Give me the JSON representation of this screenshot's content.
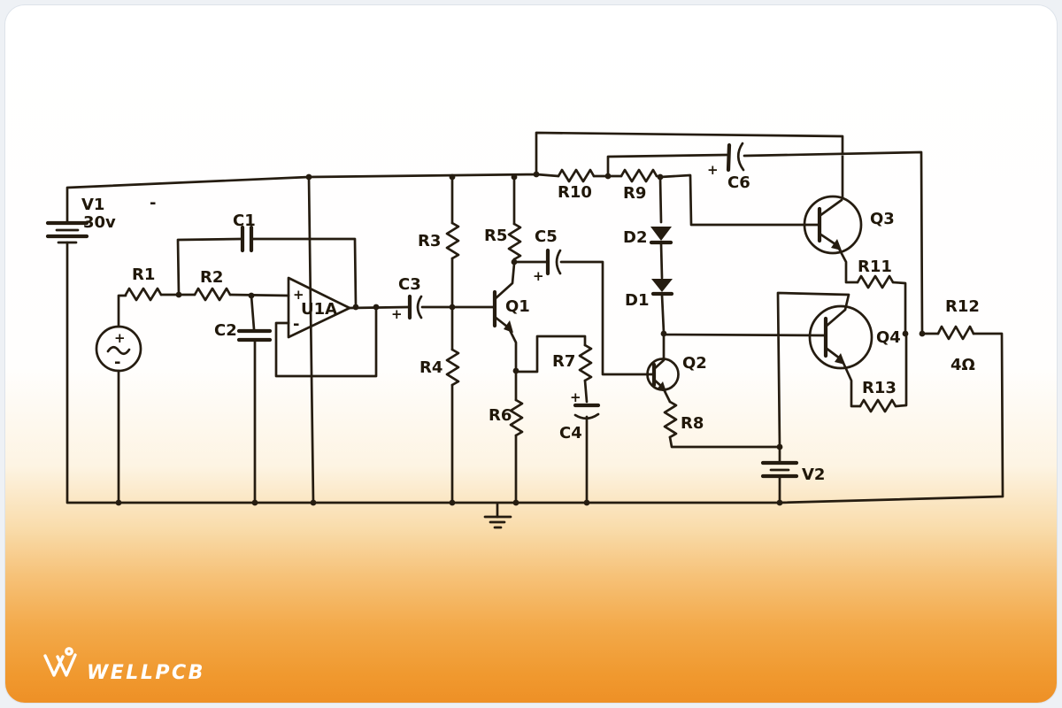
{
  "brand": {
    "logo_text": "WELLPCB"
  },
  "labels": {
    "v1": "V1",
    "v1_value": "30v",
    "v1_minus": "-",
    "c1": "C1",
    "r1": "R1",
    "r2": "R2",
    "c2": "C2",
    "u1a": "U1A",
    "opamp_plus": "+",
    "opamp_minus": "-",
    "source_plus": "+",
    "source_minus": "-",
    "c3": "C3",
    "c3_plus": "+",
    "r3": "R3",
    "r4": "R4",
    "r5": "R5",
    "c5": "C5",
    "c5_plus": "+",
    "q1": "Q1",
    "r6": "R6",
    "r7": "R7",
    "c4": "C4",
    "c4_plus": "+",
    "r10": "R10",
    "r9": "R9",
    "c6": "C6",
    "c6_plus": "+",
    "d2": "D2",
    "d1": "D1",
    "q2": "Q2",
    "r8": "R8",
    "q3": "Q3",
    "r11": "R11",
    "q4": "Q4",
    "r13": "R13",
    "r12": "R12",
    "r12_value": "4Ω",
    "v2": "V2"
  }
}
